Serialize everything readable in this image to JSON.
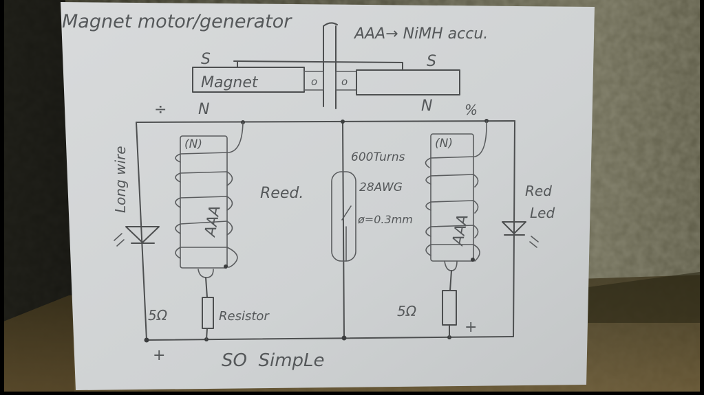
{
  "title": "Magnet motor/generator",
  "note": "AAA→ NiMH accu.",
  "footer": "SO  SimpLe",
  "magnets": {
    "left": {
      "label": "Magnet",
      "pole_top": "S",
      "pole_bottom": "N",
      "end_mark": "o"
    },
    "right": {
      "pole_top": "S",
      "pole_bottom": "N",
      "end_mark": "o"
    }
  },
  "left_branch": {
    "led_label": "Long wire",
    "coil_top": "(N)",
    "cell": "AAA",
    "resistor_value": "5Ω",
    "resistor_label": "Resistor",
    "terminal": "+"
  },
  "center": {
    "switch_label": "Reed.",
    "coil_specs": [
      "600Turns",
      "28AWG",
      "ø=0.3mm"
    ]
  },
  "right_branch": {
    "coil_top": "(N)",
    "cell": "AAA",
    "resistor_value": "5Ω",
    "led_label_line1": "Red",
    "led_label_line2": "Led",
    "terminal": "+"
  },
  "marks": {
    "pole_marker": "÷",
    "pole_marker_right": "%"
  },
  "colors": {
    "paper": "#d3d6d7",
    "ink": "#4d4f50",
    "wall": "#6e6c55",
    "shadow": "#1a1a12",
    "floor": "#5a4a28"
  }
}
